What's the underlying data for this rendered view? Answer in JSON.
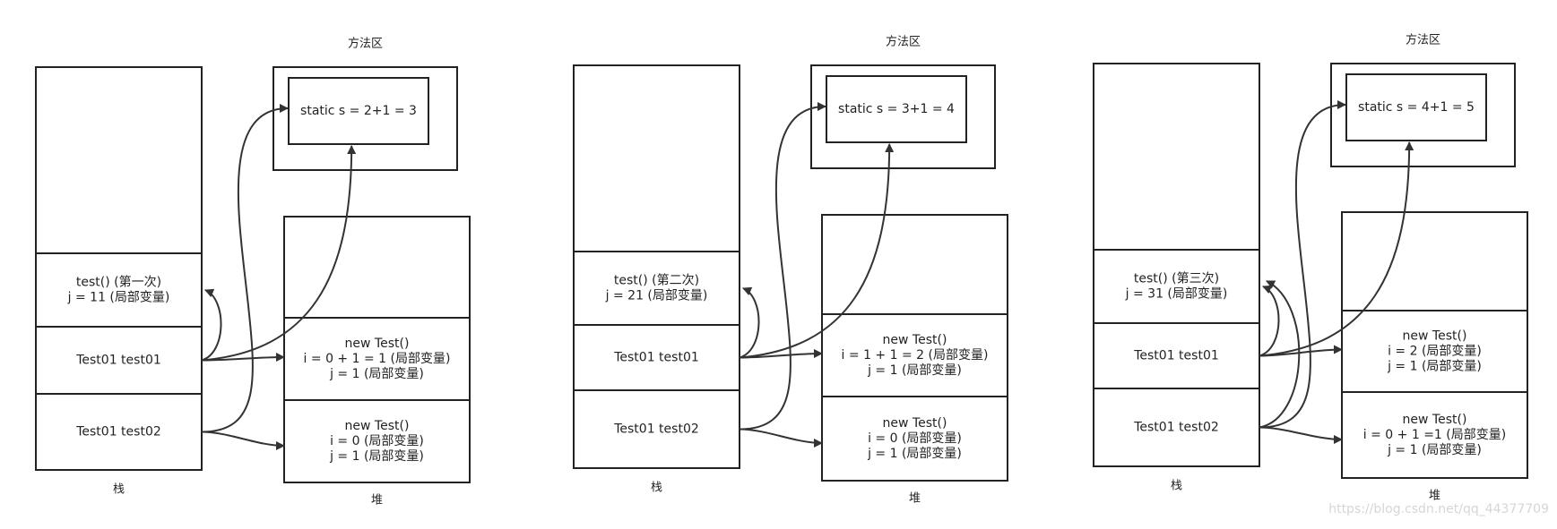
{
  "diagrams": [
    {
      "stack": {
        "caption": "栈",
        "frames": [
          {
            "lines": [
              "test()  (第一次)",
              "j = 11  (局部变量)"
            ]
          },
          {
            "lines": [
              "Test01 test01"
            ]
          },
          {
            "lines": [
              "Test01 test02"
            ]
          }
        ]
      },
      "method_area": {
        "caption": "方法区",
        "content": "static s = 2+1 = 3"
      },
      "heap": {
        "caption": "堆",
        "objects": [
          {
            "lines": [
              "new Test()",
              "i = 0 + 1 = 1  (局部变量)",
              "j = 1  (局部变量)"
            ]
          },
          {
            "lines": [
              "new Test()",
              "i = 0  (局部变量)",
              "j = 1  (局部变量)"
            ]
          }
        ]
      }
    },
    {
      "stack": {
        "caption": "栈",
        "frames": [
          {
            "lines": [
              "test()  (第二次)",
              "j = 21  (局部变量)"
            ]
          },
          {
            "lines": [
              "Test01 test01"
            ]
          },
          {
            "lines": [
              "Test01 test02"
            ]
          }
        ]
      },
      "method_area": {
        "caption": "方法区",
        "content": "static s = 3+1 = 4"
      },
      "heap": {
        "caption": "堆",
        "objects": [
          {
            "lines": [
              "new Test()",
              "i = 1 + 1 = 2  (局部变量)",
              "j = 1  (局部变量)"
            ]
          },
          {
            "lines": [
              "new Test()",
              "i = 0  (局部变量)",
              "j = 1  (局部变量)"
            ]
          }
        ]
      }
    },
    {
      "stack": {
        "caption": "栈",
        "frames": [
          {
            "lines": [
              "test()  (第三次)",
              "j = 31  (局部变量)"
            ]
          },
          {
            "lines": [
              "Test01 test01"
            ]
          },
          {
            "lines": [
              "Test01 test02"
            ]
          }
        ]
      },
      "method_area": {
        "caption": "方法区",
        "content": "static s = 4+1 = 5"
      },
      "heap": {
        "caption": "堆",
        "objects": [
          {
            "lines": [
              "new Test()",
              "i = 2  (局部变量)",
              "j = 1  (局部变量)"
            ]
          },
          {
            "lines": [
              "new Test()",
              "i = 0 + 1 =1  (局部变量)",
              "j = 1  (局部变量)"
            ]
          }
        ]
      }
    }
  ],
  "watermark": "https://blog.csdn.net/qq_44377709"
}
